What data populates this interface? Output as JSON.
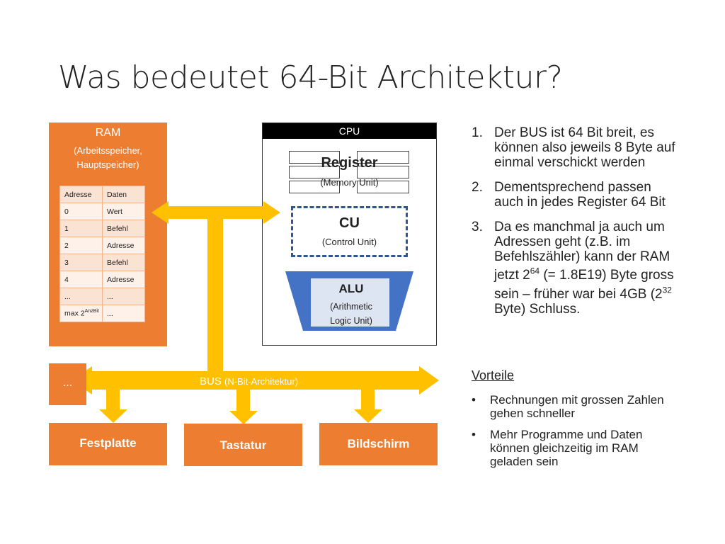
{
  "title": "Was bedeutet 64-Bit Architektur?",
  "ram": {
    "title": "RAM",
    "subtitle_line1": "(Arbeitsspeicher,",
    "subtitle_line2": "Hauptspeicher)",
    "table": {
      "headers": [
        "Adresse",
        "Daten"
      ],
      "rows": [
        [
          "0",
          "Wert"
        ],
        [
          "1",
          "Befehl"
        ],
        [
          "2",
          "Adresse"
        ],
        [
          "3",
          "Befehl"
        ],
        [
          "4",
          "Adresse"
        ],
        [
          "...",
          "..."
        ]
      ],
      "last_row_prefix": "max 2",
      "last_row_sup": "AnzBit",
      "last_row_value": "..."
    }
  },
  "cpu": {
    "header": "CPU",
    "register_label": "Register",
    "register_sub": "(Memory Unit)",
    "cu_label": "CU",
    "cu_sub": "(Control Unit)",
    "alu_label": "ALU",
    "alu_sub_line1": "(Arithmetic",
    "alu_sub_line2": "Logic Unit)"
  },
  "bus": {
    "label_main": "BUS ",
    "label_detail": "(N-Bit-Architektur)"
  },
  "dots_box": "...",
  "devices": {
    "festplatte": "Festplatte",
    "tastatur": "Tastatur",
    "bildschirm": "Bildschirm"
  },
  "points": [
    {
      "num": "1.",
      "text": "Der BUS ist 64 Bit breit, es können also jeweils 8 Byte auf einmal verschickt werden"
    },
    {
      "num": "2.",
      "text": "Dementsprechend passen auch in jedes Register 64 Bit"
    },
    {
      "num": "3.",
      "text_a": "Da es manchmal ja auch um Adressen geht (z.B. im Befehlszähler) kann der RAM jetzt 2",
      "sup_a": "64",
      "text_b": " (= 1.8E19) Byte gross sein –  früher war bei 4GB (2",
      "sup_b": "32",
      "text_c": " Byte) Schluss."
    }
  ],
  "vorteile": {
    "heading": "Vorteile",
    "items": [
      "Rechnungen mit grossen Zahlen gehen schneller",
      "Mehr Programme und Daten können gleichzeitig im RAM geladen sein"
    ]
  },
  "colors": {
    "orange": "#ED7D31",
    "bus_yellow": "#FFC000",
    "blue": "#4472C4",
    "dark_blue": "#2F5597"
  }
}
